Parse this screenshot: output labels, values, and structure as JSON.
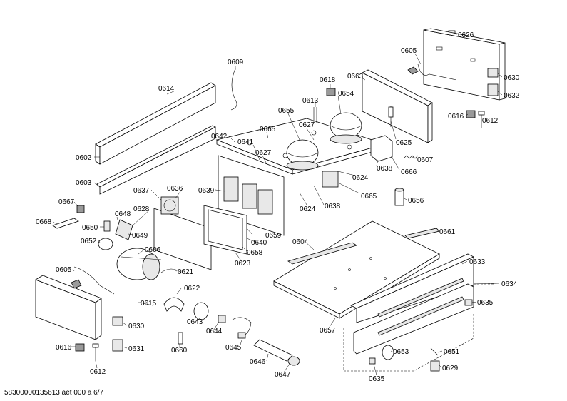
{
  "footer": {
    "document_id": "58300000135613 aet 000 a 6/7"
  },
  "labels": {
    "p0626": "0626",
    "p0605a": "0605",
    "p0630a": "0630",
    "p0632": "0632",
    "p0616a": "0616",
    "p0612a": "0612",
    "p0618": "0618",
    "p0663": "0663",
    "p0613": "0613",
    "p0654": "0654",
    "p0655": "0655",
    "p0627a": "0627",
    "p0665a": "0665",
    "p0625": "0625",
    "p0609": "0609",
    "p0614": "0614",
    "p0642": "0642",
    "p0641": "0641",
    "p0627b": "0627",
    "p0607": "0607",
    "p0638a": "0638",
    "p0666": "0666",
    "p0624a": "0624",
    "p0602": "0602",
    "p0603": "0603",
    "p0637": "0637",
    "p0636": "0636",
    "p0639": "0639",
    "p0665b": "0665",
    "p0656": "0656",
    "p0624b": "0624",
    "p0638b": "0638",
    "p0667": "0667",
    "p0628": "0628",
    "p0648": "0648",
    "p0668": "0668",
    "p0650": "0650",
    "p0649": "0649",
    "p0652": "0652",
    "p0659": "0659",
    "p0640": "0640",
    "p0661": "0661",
    "p0604": "0604",
    "p0606": "0606",
    "p0658": "0658",
    "p0623": "0623",
    "p0605b": "0605",
    "p0621": "0621",
    "p0633": "0633",
    "p0634": "0634",
    "p0622": "0622",
    "p0615": "0615",
    "p0635a": "0635",
    "p0643": "0643",
    "p0630b": "0630",
    "p0644": "0644",
    "p0657": "0657",
    "p0616b": "0616",
    "p0631": "0631",
    "p0660": "0660",
    "p0645": "0645",
    "p0653": "0653",
    "p0651": "0651",
    "p0612b": "0612",
    "p0646": "0646",
    "p0629": "0629",
    "p0647": "0647",
    "p0635b": "0635"
  }
}
